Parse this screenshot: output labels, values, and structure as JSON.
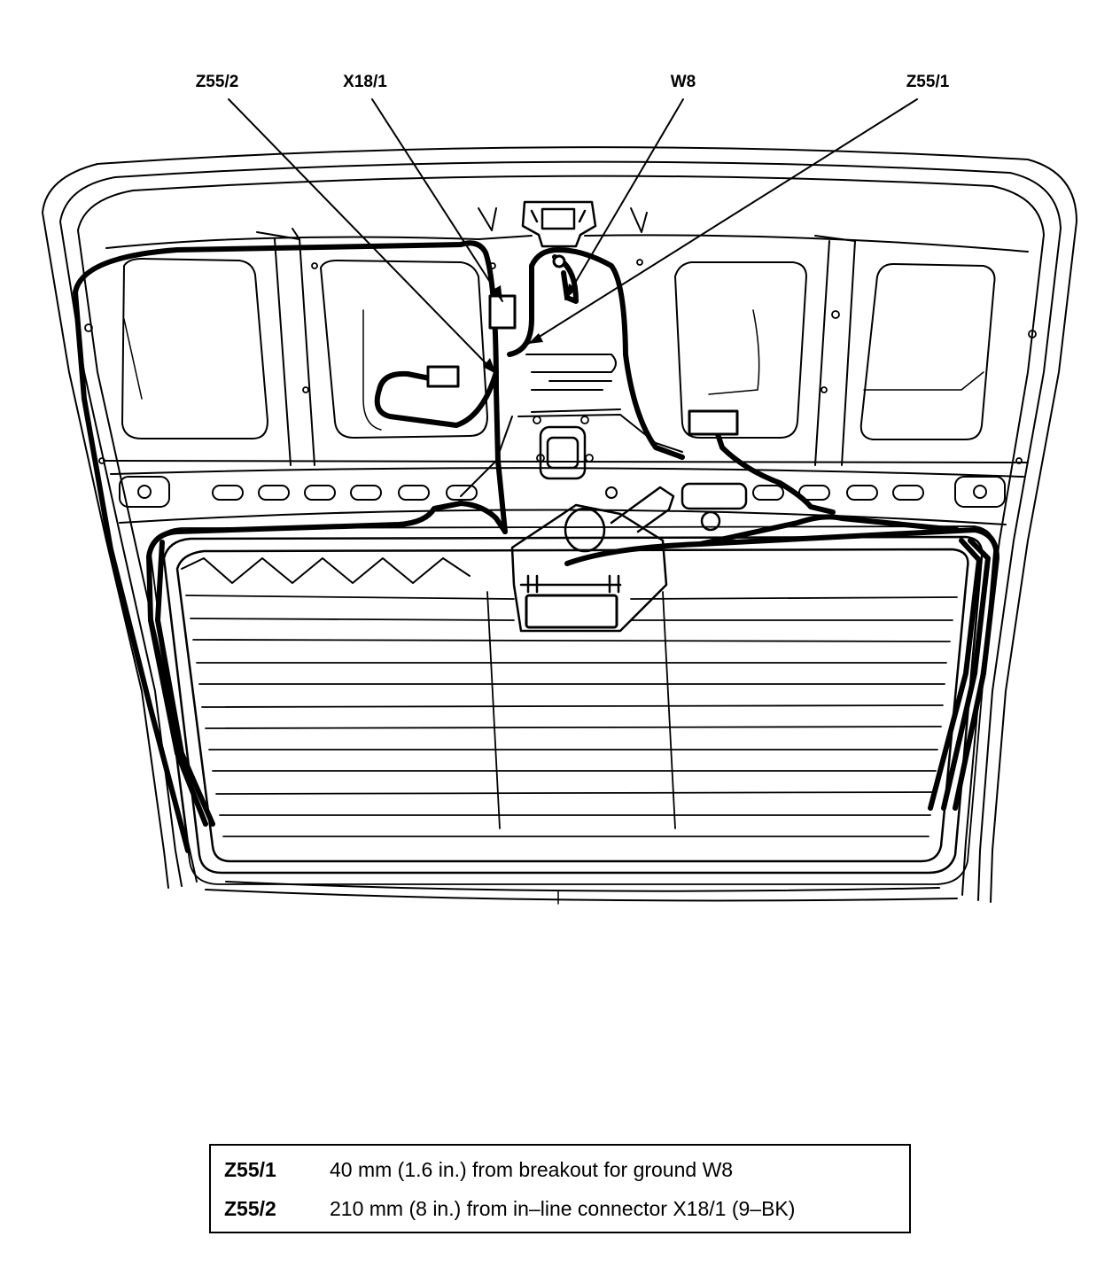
{
  "callouts": [
    {
      "id": "z55_2",
      "label": "Z55/2"
    },
    {
      "id": "x18_1",
      "label": "X18/1"
    },
    {
      "id": "w8",
      "label": "W8"
    },
    {
      "id": "z55_1",
      "label": "Z55/1"
    }
  ],
  "legend": {
    "rows": [
      {
        "code": "Z55/1",
        "text": "40 mm (1.6 in.) from breakout for ground W8"
      },
      {
        "code": "Z55/2",
        "text": "210 mm (8 in.) from in–line connector X18/1 (9–BK)"
      }
    ]
  },
  "colors": {
    "line": "#000000",
    "background": "#ffffff"
  }
}
